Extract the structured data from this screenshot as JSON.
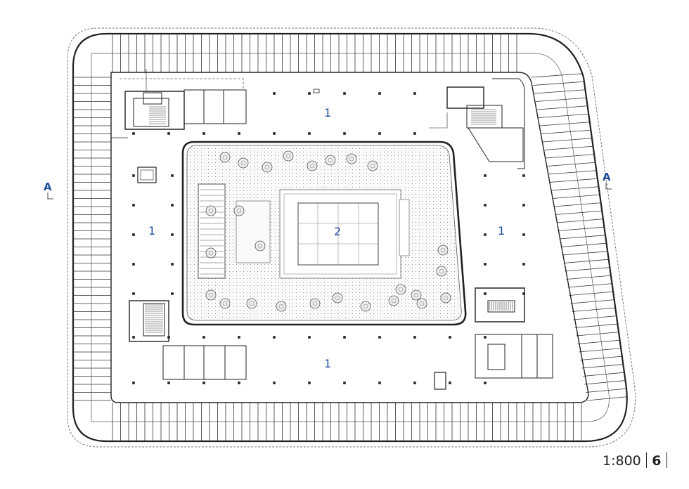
{
  "plan": {
    "zone_labels": [
      "1",
      "1",
      "1",
      "1",
      "2"
    ],
    "section_markers": [
      "A",
      "A"
    ],
    "scale": "1:800",
    "page_number": "6"
  },
  "colors": {
    "line": "#222222",
    "accent": "#1f4f9c",
    "hatch": "#bbbbbb"
  }
}
